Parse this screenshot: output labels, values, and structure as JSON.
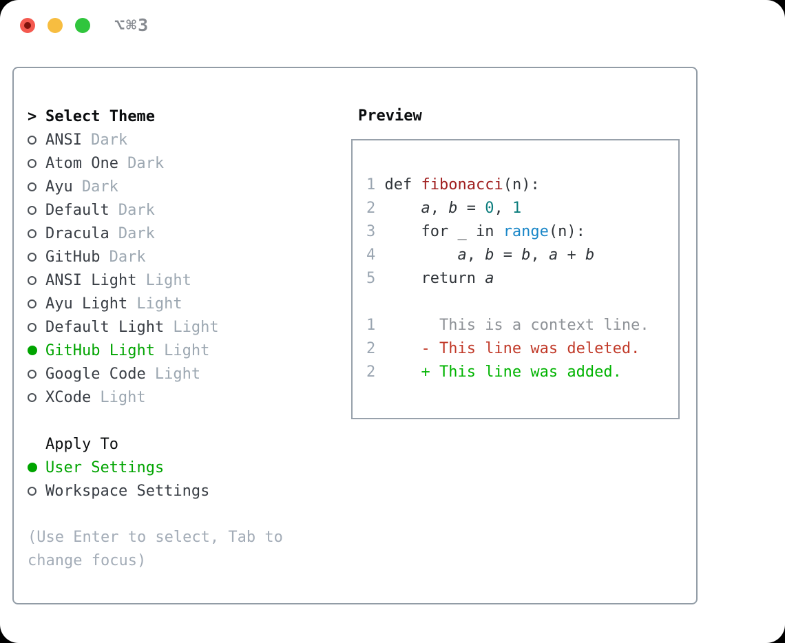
{
  "window": {
    "title": "⌥⌘3",
    "traffic_lights": [
      {
        "name": "close",
        "color": "#f4594f",
        "inner_dot": "#7f120b"
      },
      {
        "name": "minimize",
        "color": "#f7bd40"
      },
      {
        "name": "zoom",
        "color": "#30c53d"
      }
    ]
  },
  "theme_list": {
    "prompt": ">",
    "header": "Select Theme",
    "items": [
      {
        "label": "ANSI",
        "variant": "Dark",
        "selected": false
      },
      {
        "label": "Atom One",
        "variant": "Dark",
        "selected": false
      },
      {
        "label": "Ayu",
        "variant": "Dark",
        "selected": false
      },
      {
        "label": "Default",
        "variant": "Dark",
        "selected": false
      },
      {
        "label": "Dracula",
        "variant": "Dark",
        "selected": false
      },
      {
        "label": "GitHub",
        "variant": "Dark",
        "selected": false
      },
      {
        "label": "ANSI Light",
        "variant": "Light",
        "selected": false
      },
      {
        "label": "Ayu Light",
        "variant": "Light",
        "selected": false
      },
      {
        "label": "Default Light",
        "variant": "Light",
        "selected": false
      },
      {
        "label": "GitHub Light",
        "variant": "Light",
        "selected": true
      },
      {
        "label": "Google Code",
        "variant": "Light",
        "selected": false
      },
      {
        "label": "XCode",
        "variant": "Light",
        "selected": false
      }
    ]
  },
  "apply_to": {
    "header": "Apply To",
    "options": [
      {
        "label": "User Settings",
        "selected": true
      },
      {
        "label": "Workspace Settings",
        "selected": false
      }
    ]
  },
  "help_text": "(Use Enter to select, Tab to change focus)",
  "preview": {
    "header": "Preview",
    "lines": [
      {
        "tokens": [
          {
            "c": "ln",
            "t": "1"
          },
          {
            "c": "pl",
            "t": " def "
          },
          {
            "c": "fn",
            "t": "fibonacci"
          },
          {
            "c": "pl",
            "t": "(n):"
          }
        ]
      },
      {
        "tokens": [
          {
            "c": "ln",
            "t": "2"
          },
          {
            "c": "pl",
            "t": "     "
          },
          {
            "c": "v",
            "t": "a"
          },
          {
            "c": "pl",
            "t": ", "
          },
          {
            "c": "v",
            "t": "b"
          },
          {
            "c": "pl",
            "t": " = "
          },
          {
            "c": "nm",
            "t": "0"
          },
          {
            "c": "pl",
            "t": ", "
          },
          {
            "c": "nm",
            "t": "1"
          }
        ]
      },
      {
        "tokens": [
          {
            "c": "ln",
            "t": "3"
          },
          {
            "c": "pl",
            "t": "     for _ in "
          },
          {
            "c": "bi",
            "t": "range"
          },
          {
            "c": "pl",
            "t": "(n):"
          }
        ]
      },
      {
        "tokens": [
          {
            "c": "ln",
            "t": "4"
          },
          {
            "c": "pl",
            "t": "         "
          },
          {
            "c": "v",
            "t": "a"
          },
          {
            "c": "pl",
            "t": ", "
          },
          {
            "c": "v",
            "t": "b"
          },
          {
            "c": "pl",
            "t": " = "
          },
          {
            "c": "v",
            "t": "b"
          },
          {
            "c": "pl",
            "t": ", "
          },
          {
            "c": "v",
            "t": "a"
          },
          {
            "c": "pl",
            "t": " + "
          },
          {
            "c": "v",
            "t": "b"
          }
        ]
      },
      {
        "tokens": [
          {
            "c": "ln",
            "t": "5"
          },
          {
            "c": "pl",
            "t": "     return "
          },
          {
            "c": "v",
            "t": "a"
          }
        ]
      },
      {
        "tokens": []
      },
      {
        "tokens": [
          {
            "c": "ln",
            "t": "1"
          },
          {
            "c": "ctx",
            "t": "       This is a context line."
          }
        ]
      },
      {
        "tokens": [
          {
            "c": "ln",
            "t": "2"
          },
          {
            "c": "del",
            "t": "     - This line was deleted."
          }
        ]
      },
      {
        "tokens": [
          {
            "c": "ln",
            "t": "2"
          },
          {
            "c": "add",
            "t": "     + This line was added."
          }
        ]
      }
    ]
  },
  "colors": {
    "selection_green": "#00a400",
    "added_green": "#00b300",
    "deleted_red": "#c13a29",
    "function_red": "#a01f1f",
    "builtin_blue": "#1b87c8",
    "number_teal": "#0c7d7d",
    "context_gray": "#8e9297",
    "variant_gray": "#9ca7b1",
    "line_number_gray": "#9aa5b1",
    "panel_border": "#929ca6"
  }
}
